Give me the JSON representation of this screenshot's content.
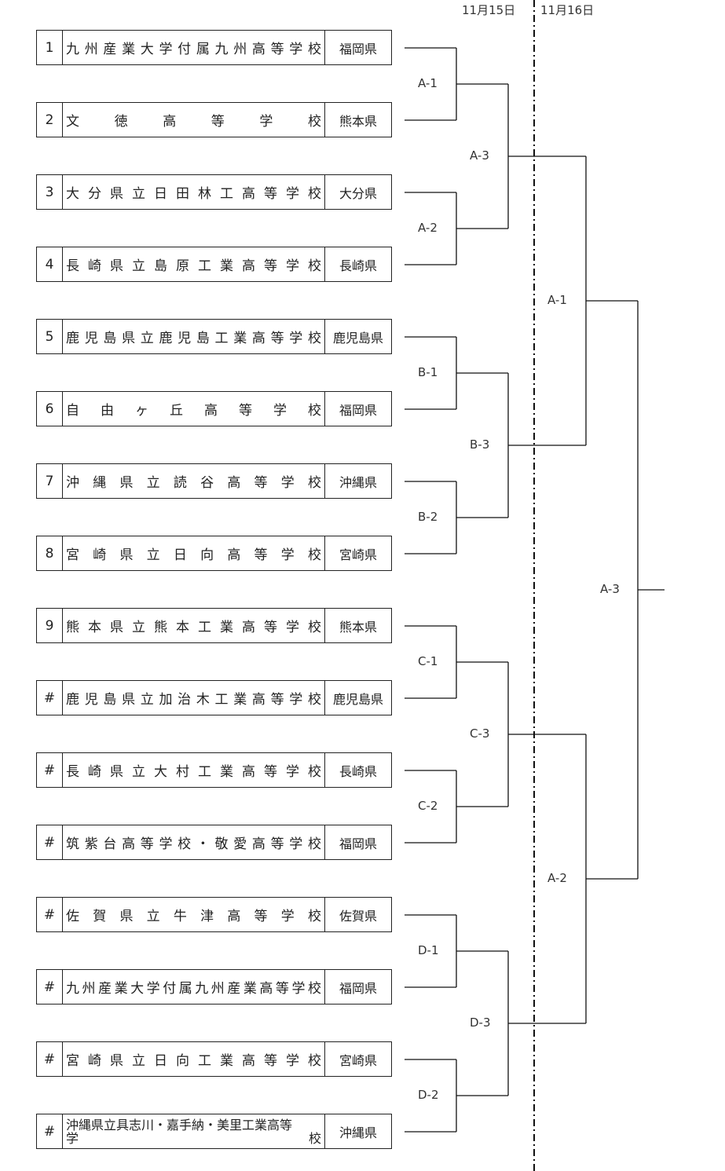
{
  "dates": {
    "day1": "11月15日",
    "day2": "11月16日"
  },
  "teams": [
    {
      "no": "1",
      "school": "九州産業大学付属九州高等学校",
      "pref": "福岡県"
    },
    {
      "no": "2",
      "school": "文徳高等学校",
      "pref": "熊本県"
    },
    {
      "no": "3",
      "school": "大分県立日田林工高等学校",
      "pref": "大分県"
    },
    {
      "no": "4",
      "school": "長崎県立島原工業高等学校",
      "pref": "長崎県"
    },
    {
      "no": "5",
      "school": "鹿児島県立鹿児島工業高等学校",
      "pref": "鹿児島県"
    },
    {
      "no": "6",
      "school": "自由ヶ丘高等学校",
      "pref": "福岡県"
    },
    {
      "no": "7",
      "school": "沖縄県立読谷高等学校",
      "pref": "沖縄県"
    },
    {
      "no": "8",
      "school": "宮崎県立日向高等学校",
      "pref": "宮崎県"
    },
    {
      "no": "9",
      "school": "熊本県立熊本工業高等学校",
      "pref": "熊本県"
    },
    {
      "no": "#",
      "school": "鹿児島県立加治木工業高等学校",
      "pref": "鹿児島県"
    },
    {
      "no": "#",
      "school": "長崎県立大村工業高等学校",
      "pref": "長崎県"
    },
    {
      "no": "#",
      "school": "筑紫台高等学校・敬愛高等学校",
      "pref": "福岡県"
    },
    {
      "no": "#",
      "school": "佐賀県立牛津高等学校",
      "pref": "佐賀県"
    },
    {
      "no": "#",
      "school": "九州産業大学付属九州産業高等学校",
      "pref": "福岡県"
    },
    {
      "no": "#",
      "school": "宮崎県立日向工業高等学校",
      "pref": "宮崎県"
    },
    {
      "no": "#",
      "school": "沖縄県立具志川・嘉手納・美里工業高等学校",
      "pref": "沖縄県",
      "line1": "沖縄県立具志川・嘉手納・美里工業高等",
      "line2a": "学",
      "line2b": "校"
    }
  ],
  "matches": {
    "round1": [
      "A-1",
      "A-2",
      "B-1",
      "B-2",
      "C-1",
      "C-2",
      "D-1",
      "D-2"
    ],
    "round2": [
      "A-3",
      "B-3",
      "C-3",
      "D-3"
    ],
    "semifinal": [
      "A-1",
      "A-2"
    ],
    "final": "A-3"
  }
}
